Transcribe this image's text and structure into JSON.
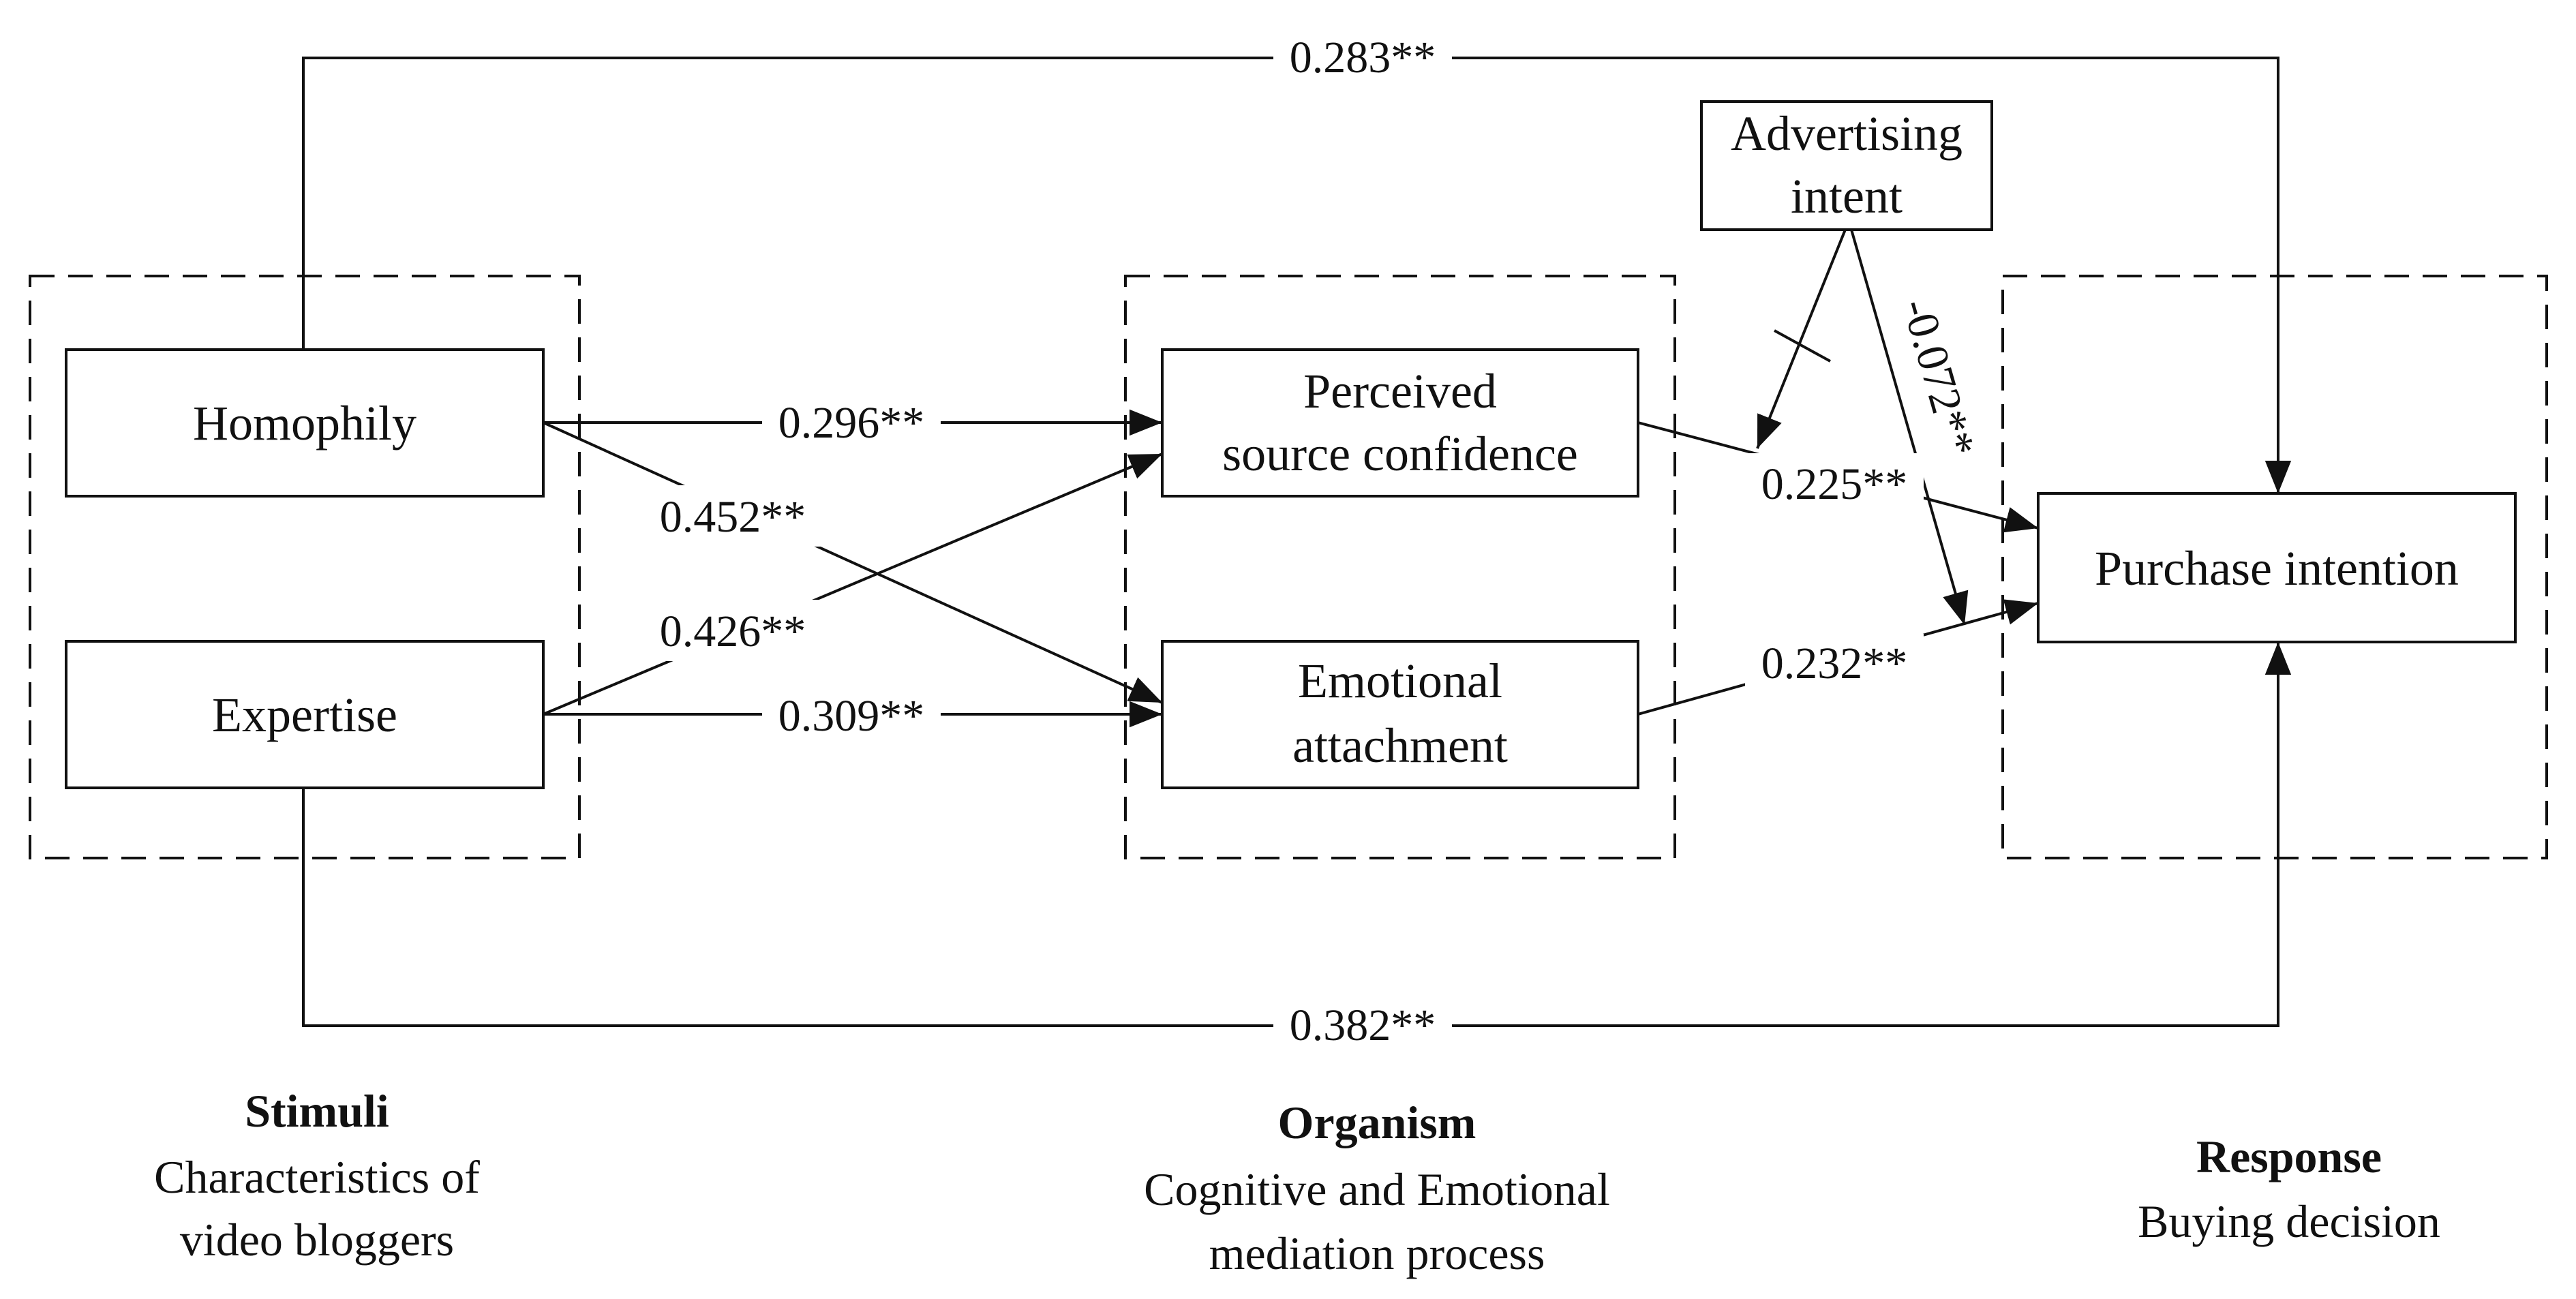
{
  "nodes": {
    "homophily": "Homophily",
    "expertise": "Expertise",
    "psc_line1": "Perceived",
    "psc_line2": "source confidence",
    "ea_line1": "Emotional",
    "ea_line2": "attachment",
    "ai_line1": "Advertising",
    "ai_line2": "intent",
    "pi": "Purchase intention"
  },
  "coefficients": {
    "hom_pi": "0.283**",
    "hom_psc": "0.296**",
    "hom_ea": "0.452**",
    "exp_psc": "0.426**",
    "exp_ea": "0.309**",
    "psc_pi": "0.225**",
    "ea_pi": "0.232**",
    "ai_moderation": "-0.072**",
    "exp_pi": "0.382**"
  },
  "sections": {
    "stimuli_title": "Stimuli",
    "stimuli_line1": "Characteristics of",
    "stimuli_line2": "video bloggers",
    "organism_title": "Organism",
    "organism_line1": "Cognitive and Emotional",
    "organism_line2": "mediation process",
    "response_title": "Response",
    "response_line1": "Buying decision"
  },
  "icons": {
    "moderation_mark": "cross-mark-icon"
  }
}
